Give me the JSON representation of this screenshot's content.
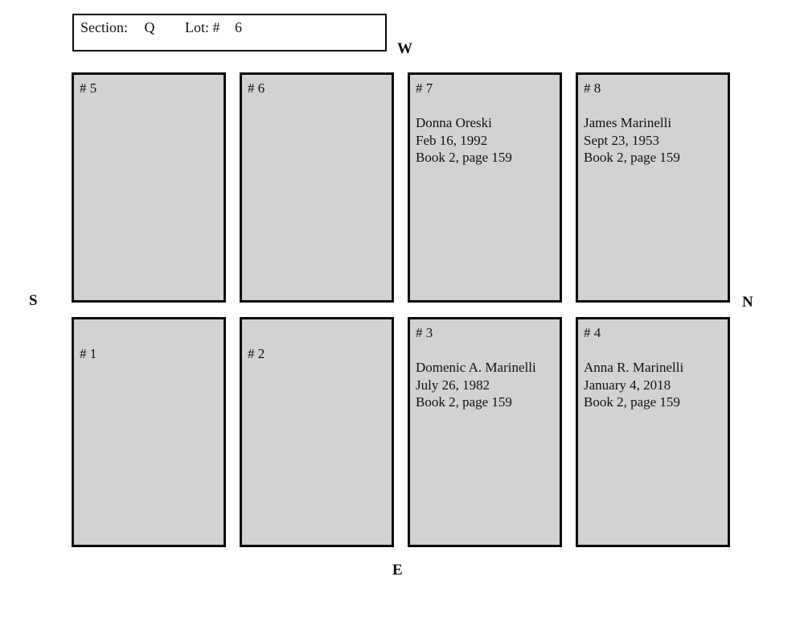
{
  "header": {
    "section_label": "Section:",
    "section_value": "Q",
    "lot_label": "Lot: #",
    "lot_value": "6"
  },
  "compass": {
    "west": "W",
    "south": "S",
    "north": "N",
    "east": "E"
  },
  "colors": {
    "plot_fill": "#d2d2d2",
    "plot_border": "#0a0a0a",
    "page_bg": "#ffffff"
  },
  "lot_grid": {
    "rows": [
      {
        "plots": [
          {
            "number": "# 5",
            "lines": []
          },
          {
            "number": "# 6",
            "lines": []
          },
          {
            "number": "# 7",
            "lines": [
              "Donna Oreski",
              "Feb 16, 1992",
              "Book 2, page 159"
            ]
          },
          {
            "number": "# 8",
            "lines": [
              "James Marinelli",
              "Sept 23, 1953",
              "Book 2, page 159"
            ]
          }
        ]
      },
      {
        "plots": [
          {
            "number": "# 1",
            "lines": []
          },
          {
            "number": "# 2",
            "lines": []
          },
          {
            "number": "# 3",
            "lines": [
              "Domenic A. Marinelli",
              "July 26, 1982",
              "Book 2, page 159"
            ]
          },
          {
            "number": "# 4",
            "lines": [
              "Anna R. Marinelli",
              "January 4, 2018",
              "Book 2, page 159"
            ]
          }
        ]
      }
    ]
  }
}
